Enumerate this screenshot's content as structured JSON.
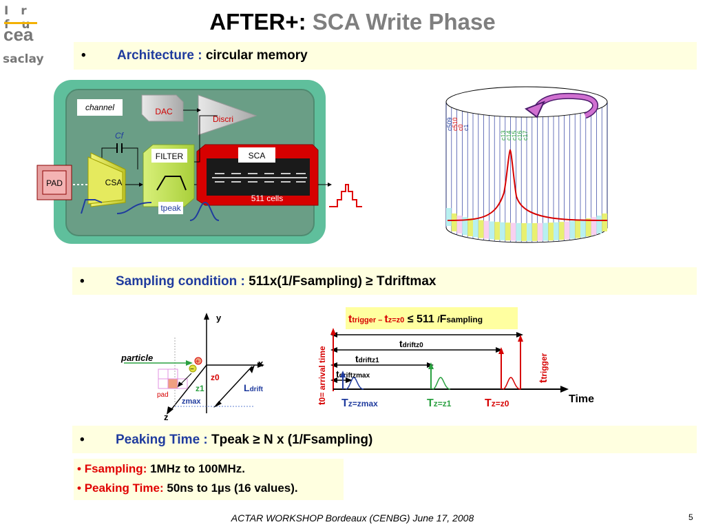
{
  "logo": {
    "line1": "I r f u",
    "line2": "cea",
    "line3": "saclay"
  },
  "title": {
    "main": "AFTER+:",
    "sub": "SCA Write Phase"
  },
  "bullet": "•",
  "section1": {
    "label": "Architecture :",
    "text": "circular memory"
  },
  "architecture": {
    "channel": "channel",
    "dac": "DAC",
    "discri": "Discri",
    "cf": "Cf",
    "filter": "FILTER",
    "sca": "SCA",
    "cells": "511 cells",
    "pad": "PAD",
    "csa": "CSA",
    "tpeak": "tpeak"
  },
  "drum": {
    "left_labels": [
      "c509",
      "c510",
      "c0",
      "c1"
    ],
    "mid_labels": [
      "c13",
      "c14",
      "c15",
      "c16",
      "c17"
    ]
  },
  "section2": {
    "label": "Sampling condition :",
    "text": "511x(1/Fsampling) ≥ Tdriftmax"
  },
  "geometry": {
    "y": "y",
    "x": "x",
    "z": "z",
    "particle": "particle",
    "plus": "+",
    "minus": "−",
    "z0": "z0",
    "z1": "z1",
    "zmax": "zmax",
    "pad": "pad",
    "ldrift_main": "L",
    "ldrift_sub": "drift"
  },
  "timing": {
    "cond_t1": "t",
    "cond_s1": "trigger – ",
    "cond_t2": "t",
    "cond_s2": "z=z0",
    "cond_rest": " ≤ 511 ",
    "cond_slash": "/",
    "cond_F": "F",
    "cond_Fs": "sampling",
    "td0": "t",
    "td0_sub": "driftz0",
    "td1": "t",
    "td1_sub": "driftz1",
    "tdm": "t",
    "tdm_sub": "driftzmax",
    "t0": "t",
    "t0_rest": "0= arrival time",
    "ttrig": "t",
    "ttrig_sub": "trigger",
    "T1": "T",
    "T1_sub": "z=zmax",
    "T2": "T",
    "T2_sub": "z=z1",
    "T3": "T",
    "T3_sub": "z=z0",
    "time": "Time"
  },
  "section3": {
    "label": "Peaking Time :",
    "text": "Tpeak ≥ N x (1/Fsampling)"
  },
  "notes": [
    {
      "label": "Fsampling:",
      "text": " 1MHz to 100MHz."
    },
    {
      "label": "Peaking Time:",
      "text": " 50ns to 1µs (16 values)."
    }
  ],
  "footer": "ACTAR WORKSHOP Bordeaux (CENBG) June 17, 2008",
  "page_number": "5",
  "colors": {
    "title_sub": "#7f7f7f",
    "band": "#ffffe0",
    "label_blue": "#1f3b9e",
    "red": "#e00000",
    "green_box": "#6a9e86",
    "sca_red": "#d60000"
  }
}
